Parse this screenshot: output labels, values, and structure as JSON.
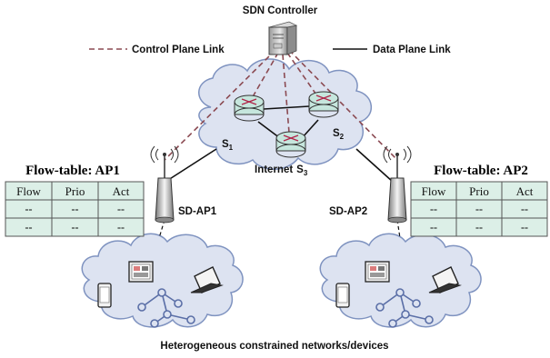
{
  "controller": {
    "label": "SDN Controller"
  },
  "legend": {
    "control_plane": "Control Plane Link",
    "data_plane": "Data Plane Link"
  },
  "internet": {
    "label": "Internet",
    "switches": [
      {
        "label": "S",
        "sub": "1"
      },
      {
        "label": "S",
        "sub": "2"
      },
      {
        "label": "S",
        "sub": "3"
      }
    ]
  },
  "access_points": [
    {
      "label": "SD-AP1"
    },
    {
      "label": "SD-AP2"
    }
  ],
  "flow_tables": [
    {
      "title": "Flow-table: AP1",
      "headers": [
        "Flow",
        "Prio",
        "Act"
      ],
      "rows": [
        [
          "--",
          "--",
          "--"
        ],
        [
          "--",
          "--",
          "--"
        ]
      ]
    },
    {
      "title": "Flow-table: AP2",
      "headers": [
        "Flow",
        "Prio",
        "Act"
      ],
      "rows": [
        [
          "--",
          "--",
          "--"
        ],
        [
          "--",
          "--",
          "--"
        ]
      ]
    }
  ],
  "caption": "Heterogeneous constrained networks/devices",
  "colors": {
    "control_link": "#8b4a52",
    "data_link": "#111111",
    "cloud_fill": "#dde3f1",
    "table_fill": "#dcefe7",
    "switch_fill": "#c6e6dd",
    "switch_cross": "#b0254a"
  }
}
